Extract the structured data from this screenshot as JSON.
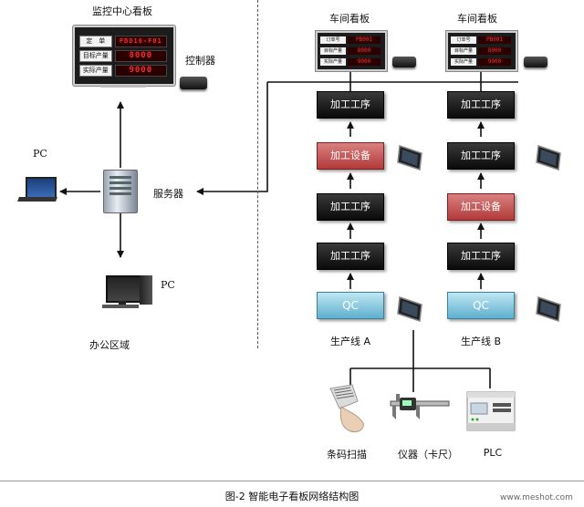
{
  "office": {
    "monitor_title": "监控中心看板",
    "controller_label": "控制器",
    "server_label": "服务器",
    "pc_left_label": "PC",
    "pc_bottom_label": "PC",
    "area_label": "办公区域",
    "board_rows": [
      {
        "label": "定　单",
        "value": "PBD16-F01"
      },
      {
        "label": "目标产量",
        "value": "8000"
      },
      {
        "label": "实际产量",
        "value": "9000"
      }
    ]
  },
  "workshop": {
    "board_title_a": "车间看板",
    "board_title_b": "车间看板",
    "small_board_rows": [
      {
        "label": "订单号",
        "value": "PB001"
      },
      {
        "label": "目标产量",
        "value": "8000"
      },
      {
        "label": "实际产量",
        "value": "9000"
      }
    ],
    "line_a": {
      "name": "生产线 A",
      "steps": [
        "加工工序",
        "加工设备",
        "加工工序",
        "加工工序",
        "QC"
      ]
    },
    "line_b": {
      "name": "生产线 B",
      "steps": [
        "加工工序",
        "加工工序",
        "加工设备",
        "加工工序",
        "QC"
      ]
    }
  },
  "devices": {
    "barcode": "条码扫描",
    "instrument": "仪器（卡尺）",
    "plc": "PLC"
  },
  "caption": "图-2  智能电子看板网络结构图",
  "watermark": "www.meshot.com",
  "colors": {
    "process_box": "#111111",
    "equipment_box": "#c24a4a",
    "qc_box": "#7cc3de",
    "led": "#ff2a2a"
  }
}
